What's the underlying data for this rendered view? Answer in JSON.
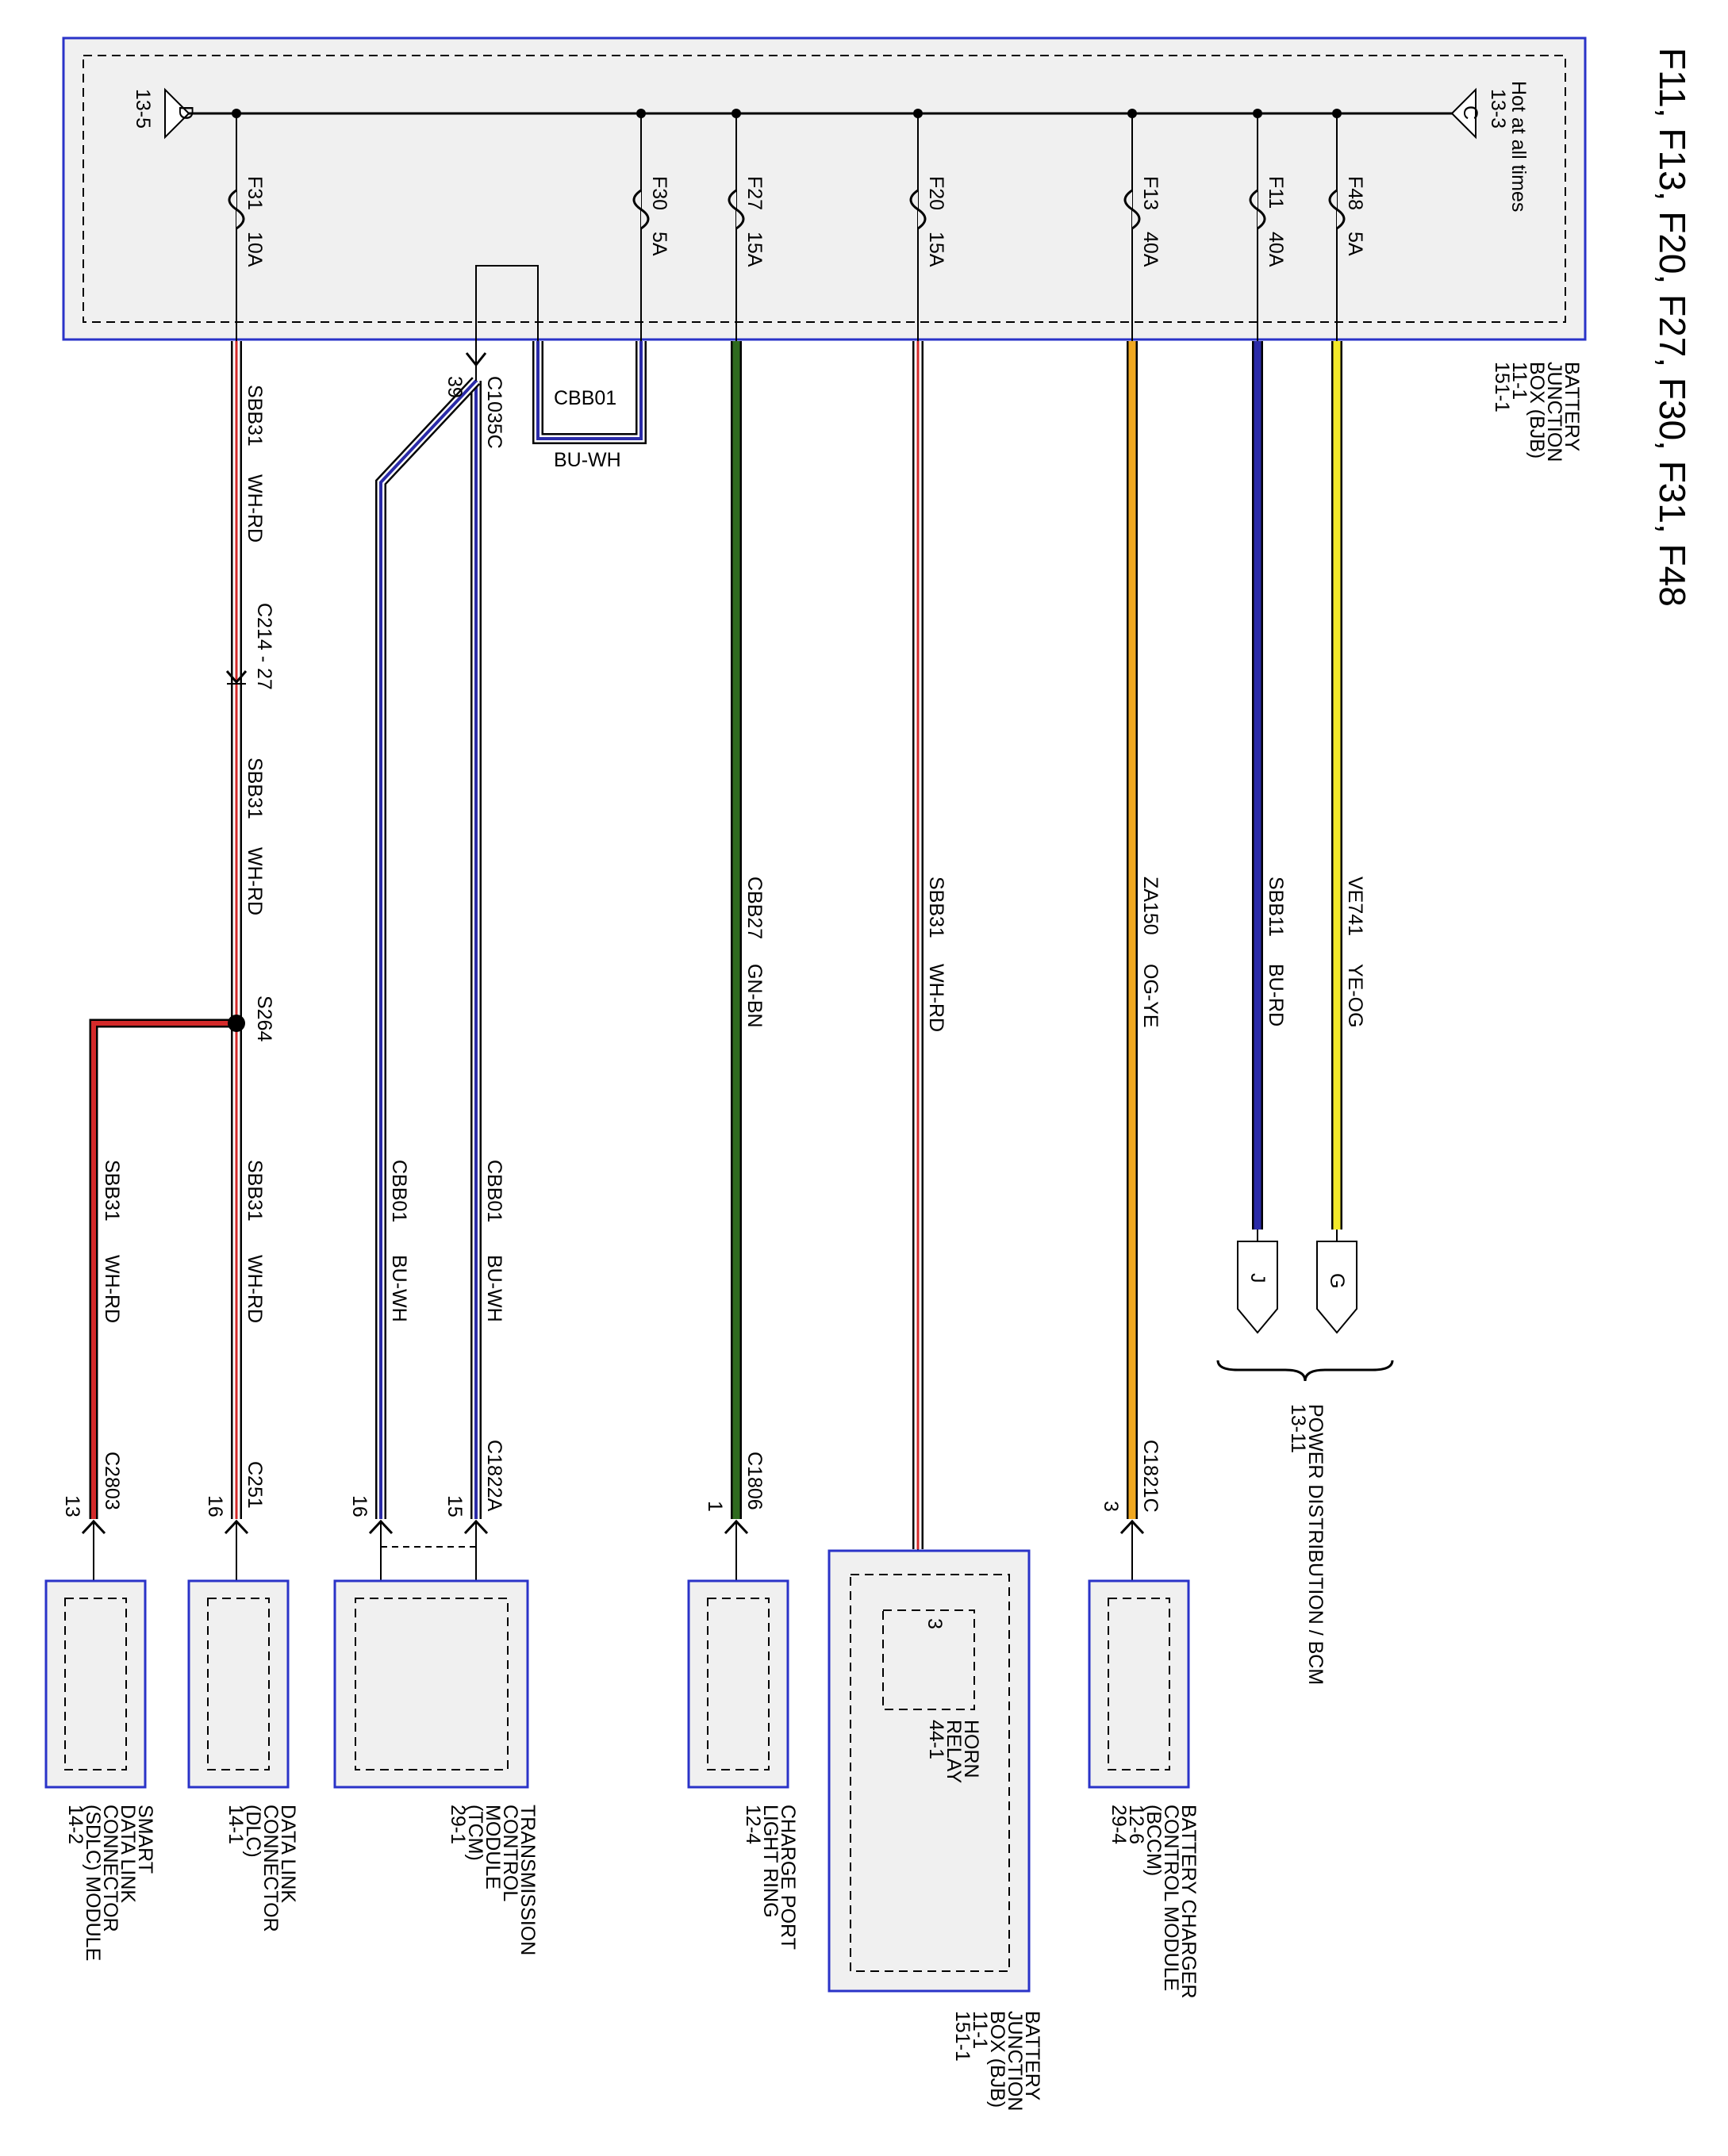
{
  "title": "F11, F13, F20, F27, F30, F31, F48",
  "bjb": {
    "name": [
      "BATTERY",
      "JUNCTION",
      "BOX (BJB)",
      "11-1",
      "151-1"
    ],
    "hot_label": "Hot at all times",
    "ref_c": {
      "letter": "C",
      "page": "13-3"
    },
    "ref_d": {
      "letter": "D",
      "page": "13-5"
    }
  },
  "fuses": [
    {
      "id": "F48",
      "rating": "5A"
    },
    {
      "id": "F11",
      "rating": "40A"
    },
    {
      "id": "F13",
      "rating": "40A"
    },
    {
      "id": "F20",
      "rating": "15A"
    },
    {
      "id": "F27",
      "rating": "15A"
    },
    {
      "id": "F30",
      "rating": "5A"
    },
    {
      "id": "F31",
      "rating": "10A"
    }
  ],
  "wires": {
    "ve741": {
      "circuit": "VE741",
      "color": "YE-OG"
    },
    "sbb11": {
      "circuit": "SBB11",
      "color": "BU-RD"
    },
    "za150": {
      "circuit": "ZA150",
      "color": "OG-YE"
    },
    "sbb31_f20": {
      "circuit": "SBB31",
      "color": "WH-RD"
    },
    "cbb27": {
      "circuit": "CBB27",
      "color": "GN-BN"
    },
    "cbb01_loop": {
      "circuit": "CBB01",
      "color": "BU-WH"
    },
    "cbb01_a": {
      "circuit": "CBB01",
      "color": "BU-WH"
    },
    "cbb01_b": {
      "circuit": "CBB01",
      "color": "BU-WH"
    },
    "sbb31_top": {
      "circuit": "SBB31",
      "color": "WH-RD"
    },
    "sbb31_mid": {
      "circuit": "SBB31",
      "color": "WH-RD"
    },
    "sbb31_dlc": {
      "circuit": "SBB31",
      "color": "WH-RD"
    },
    "sbb31_sdlc": {
      "circuit": "SBB31",
      "color": "WH-RD"
    }
  },
  "connectors": {
    "c1035c": {
      "name": "C1035C",
      "pin": "39"
    },
    "c214": {
      "name": "C214 - 27"
    },
    "s264": {
      "name": "S264"
    },
    "c1821c": {
      "name": "C1821C",
      "pin": "3"
    },
    "c1806": {
      "name": "C1806",
      "pin": "1"
    },
    "c1822a": {
      "name": "C1822A",
      "pin_a": "15",
      "pin_b": "16"
    },
    "c251": {
      "name": "C251",
      "pin": "16"
    },
    "c2803": {
      "name": "C2803",
      "pin": "13"
    }
  },
  "power_distribution": {
    "pin_g": "G",
    "pin_j": "J",
    "name": [
      "POWER DISTRIBUTION / BCM",
      "13-11"
    ]
  },
  "modules": {
    "bccm": {
      "lines": [
        "BATTERY CHARGER",
        "CONTROL MODULE",
        "(BCCM)",
        "12-6",
        "29-4"
      ]
    },
    "horn": {
      "pin": "3",
      "lines": [
        "HORN",
        "RELAY",
        "44-1"
      ],
      "box": [
        "BATTERY",
        "JUNCTION",
        "BOX (BJB)",
        "11-1",
        "151-1"
      ]
    },
    "charge_port": {
      "lines": [
        "CHARGE PORT",
        "LIGHT RING",
        "12-4"
      ]
    },
    "tcm": {
      "lines": [
        "TRANSMISSION",
        "CONTROL",
        "MODULE",
        "(TCM)",
        "29-1"
      ]
    },
    "dlc": {
      "lines": [
        "DATA LINK",
        "CONNECTOR",
        "(DLC)",
        "14-1"
      ]
    },
    "sdlc": {
      "lines": [
        "SMART",
        "DATA LINK",
        "CONNECTOR",
        "(SDLC) MODULE",
        "14-2"
      ]
    }
  },
  "colors": {
    "yellow": "#f2e82a",
    "blue": "#2b2ba8",
    "orange": "#f0a820",
    "red": "#d42a2a",
    "green": "#2f6b1f",
    "module_border": "#2a33c8"
  }
}
